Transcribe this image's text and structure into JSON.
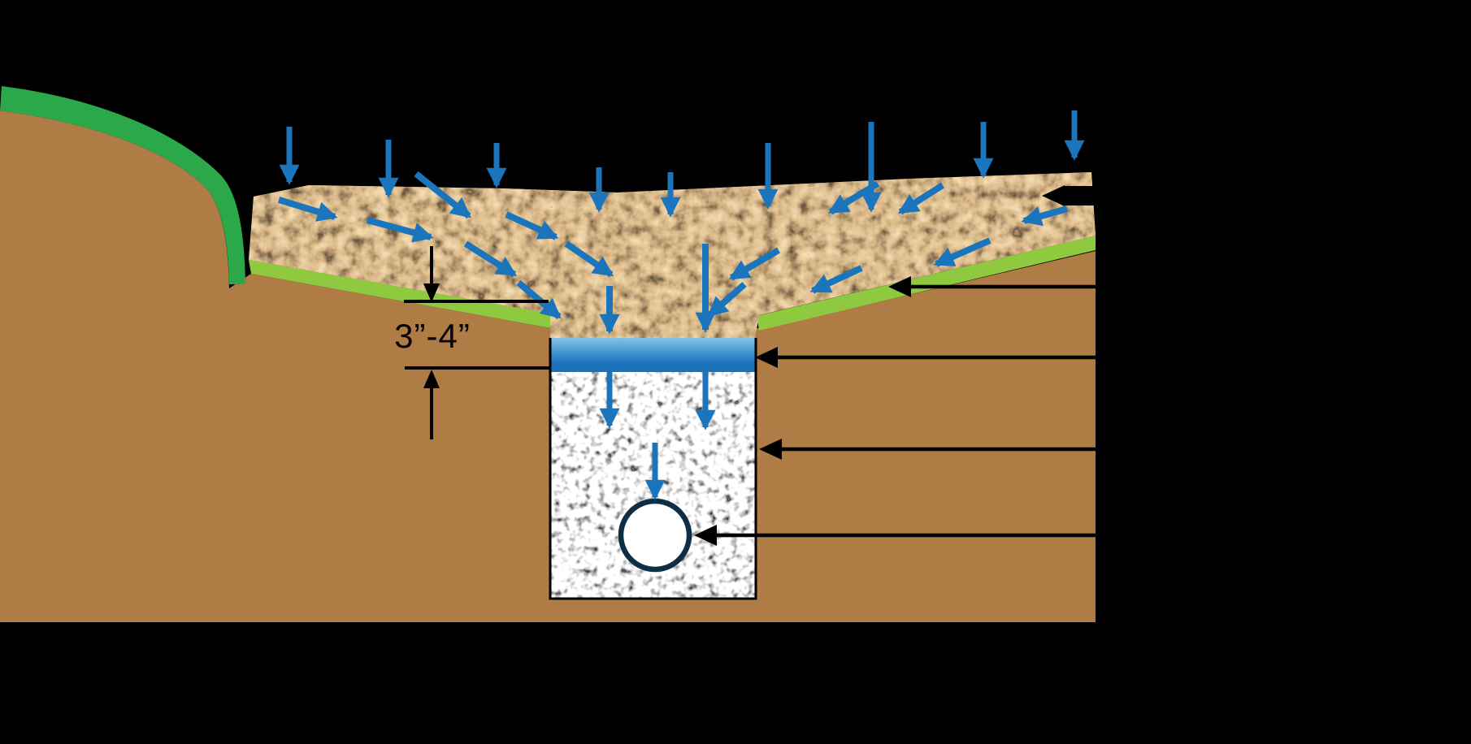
{
  "figure": {
    "kind": "cross-section-diagram",
    "subject": "infiltration-trench-rain-garden",
    "background": "#000000"
  },
  "labels": {
    "depth_range": "3”-4”"
  },
  "colors": {
    "background": "#000000",
    "soil": "#AE7C44",
    "turf": "#2BA84A",
    "grass": "#8FC93F",
    "water": "#1B75BC",
    "sand_band_top": "#85C2E9",
    "sand_band_bottom": "#1B72BB",
    "pipe_outline": "#0D2E44",
    "pipe_fill": "#FFFFFF",
    "mulch_base": "#C79B64",
    "gravel_base": "#F4F4F2",
    "annotation": "#000000"
  },
  "icons": {
    "rain_arrows": "blue-down-arrow",
    "infiltration_arrows": "blue-diagonal-arrow",
    "leader_arrows": "black-left-arrow"
  },
  "counts": {
    "rain_arrows": 9,
    "leader_arrows": 5
  }
}
